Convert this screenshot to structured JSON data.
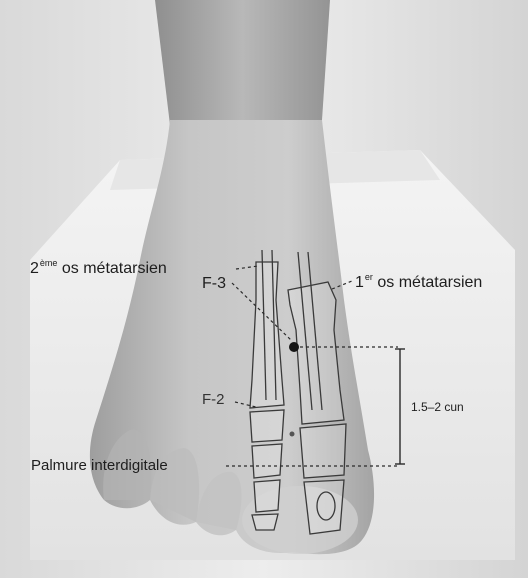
{
  "labels": {
    "second_metatarsal": {
      "main": "2",
      "sup": "ème",
      "rest": " os métatarsien"
    },
    "first_metatarsal": {
      "main": "1",
      "sup": "er",
      "rest": " os métatarsien"
    },
    "point_f3": "F-3",
    "point_f2": "F-2",
    "measurement": "1.5–2 cun",
    "web_margin": "Palmure interdigitale"
  },
  "colors": {
    "background": "#ffffff",
    "label_text": "#1e1e1e",
    "line": "#2a2a2a"
  }
}
